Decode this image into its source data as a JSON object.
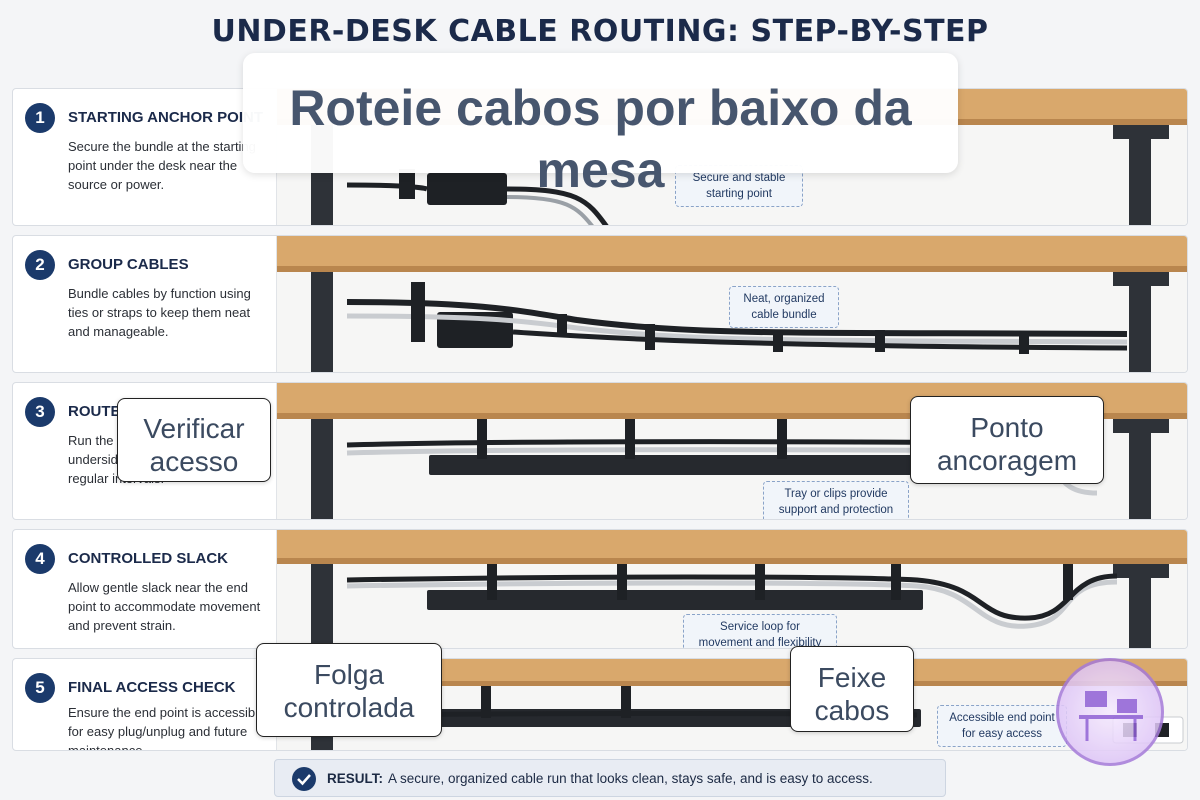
{
  "title": "UNDER-DESK CABLE ROUTING: STEP-BY-STEP",
  "overlay_title": "Roteie cabos por baixo da mesa",
  "steps": [
    {
      "num": "1",
      "title": "STARTING ANCHOR POINT",
      "desc": "Secure the bundle at the starting point under the desk near the source or power.",
      "callout": "Secure and stable starting point"
    },
    {
      "num": "2",
      "title": "GROUP CABLES",
      "desc": "Bundle cables by function using ties or straps to keep them neat and manageable.",
      "callout": "Neat, organized cable bundle"
    },
    {
      "num": "3",
      "title": "ROUTE ALONG SUPPORTS",
      "desc": "Run the bundle along the underside using a tray or clips at regular intervals.",
      "callout": "Tray or clips provide support and protection"
    },
    {
      "num": "4",
      "title": "CONTROLLED SLACK",
      "desc": "Allow gentle slack near the end point to accommodate movement and prevent strain.",
      "callout": "Service loop for movement and flexibility"
    },
    {
      "num": "5",
      "title": "FINAL ACCESS CHECK",
      "desc": "Ensure the end point is accessible for easy plug/unplug and future maintenance.",
      "callout": "Accessible end point for easy access"
    }
  ],
  "labels": {
    "verify": "Verificar acesso",
    "anchor": "Ponto ancoragem",
    "slack": "Folga controlada",
    "bundle": "Feixe cabos"
  },
  "result": {
    "label": "RESULT:",
    "text": "A secure, organized cable run that looks clean, stays safe, and is easy to access."
  },
  "colors": {
    "navy": "#1b3a6b",
    "wood": "#d9a86c",
    "steel": "#2e3238"
  }
}
